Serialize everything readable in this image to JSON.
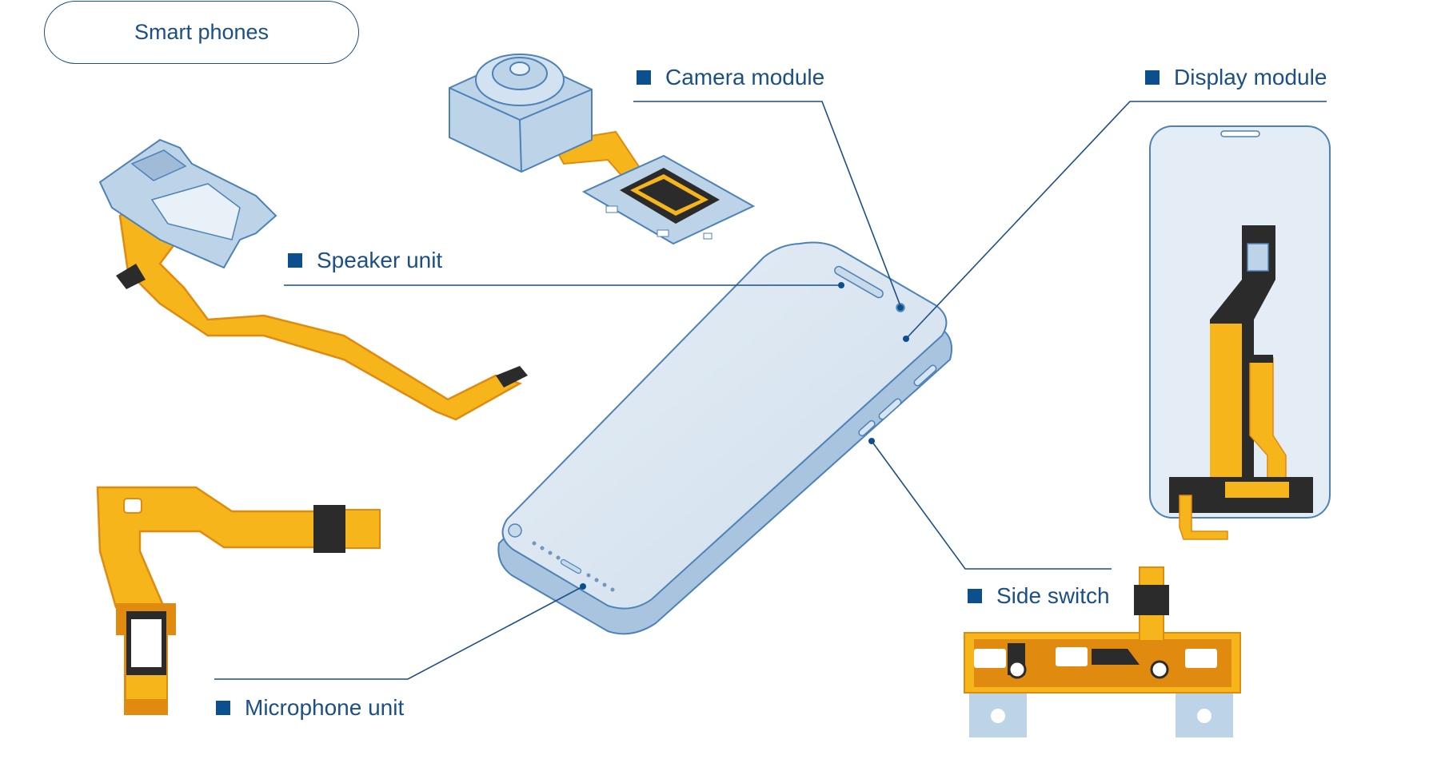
{
  "category_pill": "Smart phones",
  "callouts": {
    "camera": "Camera module",
    "display": "Display module",
    "speaker": "Speaker unit",
    "side_switch": "Side switch",
    "microphone": "Microphone unit"
  },
  "colors": {
    "accent": "#1b4f86",
    "marker": "#0b4f8f",
    "flex_cable": "#f5b51b",
    "flex_dark": "#e08a0f",
    "component_blue": "#bcd3e8",
    "phone_screen": "#dbe7f2",
    "connector_dark": "#2b2b2b"
  }
}
